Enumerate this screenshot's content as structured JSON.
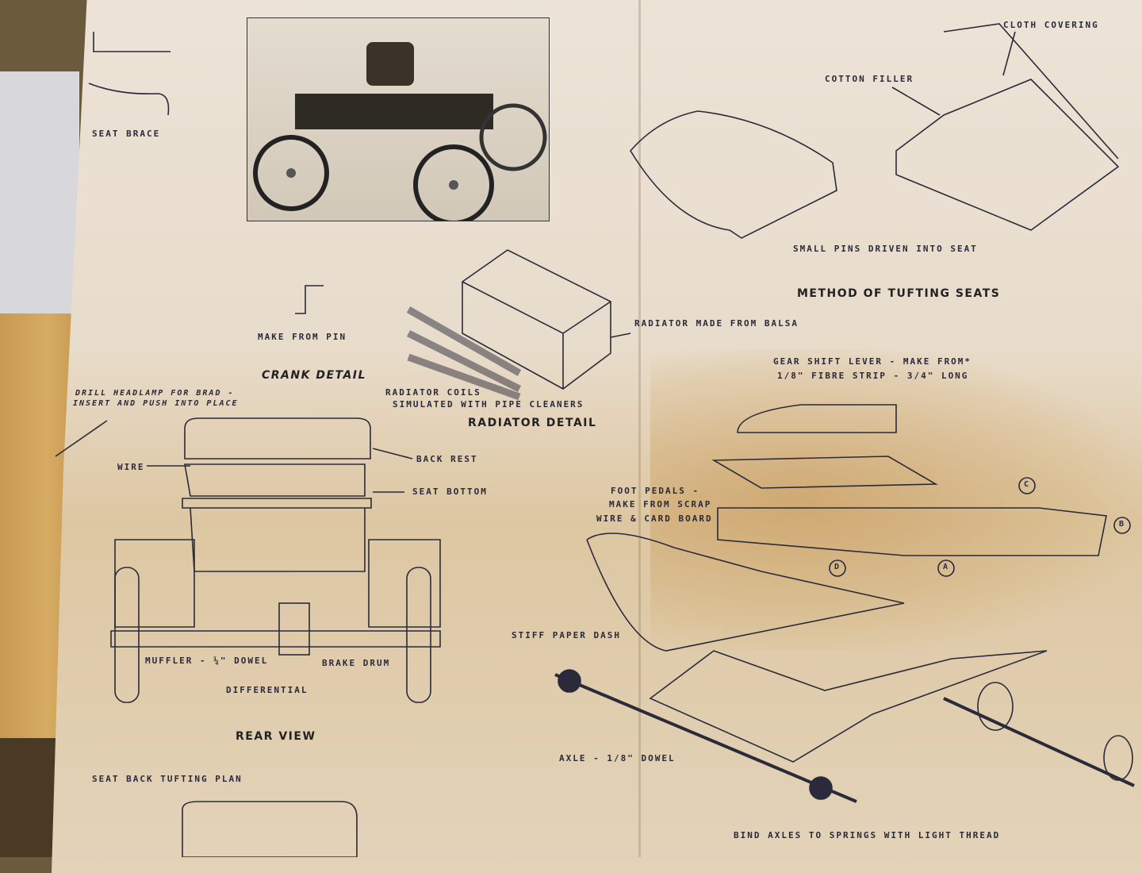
{
  "seat_brace": {
    "label": "SEAT BRACE"
  },
  "crank": {
    "note": "MAKE FROM PIN",
    "title": "CRANK DETAIL"
  },
  "headlamp": {
    "line1": "DRILL HEADLAMP FOR BRAD -",
    "line2": "INSERT AND PUSH INTO PLACE"
  },
  "radiator": {
    "balsa": "RADIATOR MADE FROM BALSA",
    "coils_line1": "RADIATOR COILS",
    "coils_line2": "SIMULATED WITH PIPE CLEANERS",
    "title": "RADIATOR DETAIL"
  },
  "tufting": {
    "cloth": "CLOTH COVERING",
    "cotton": "COTTON FILLER",
    "pins": "SMALL PINS DRIVEN INTO SEAT",
    "title": "METHOD OF TUFTING SEATS"
  },
  "rear_view": {
    "wire": "WIRE",
    "back_rest": "BACK REST",
    "seat_bottom": "SEAT BOTTOM",
    "muffler": "MUFFLER - ¼\" DOWEL",
    "differential": "DIFFERENTIAL",
    "brake_drum": "BRAKE DRUM",
    "title": "REAR VIEW"
  },
  "seat_back_plan": {
    "label": "SEAT BACK TUFTING PLAN"
  },
  "chassis": {
    "gear_line1": "GEAR SHIFT LEVER - MAKE FROM*",
    "gear_line2": "1/8\" FIBRE STRIP - 3/4\" LONG",
    "pedals_line1": "FOOT PEDALS -",
    "pedals_line2": "MAKE FROM SCRAP",
    "pedals_line3": "WIRE & CARD BOARD",
    "dash": "STIFF PAPER DASH",
    "axle": "AXLE - 1/8\" DOWEL",
    "bind": "BIND AXLES TO SPRINGS WITH LIGHT THREAD",
    "markers": [
      "A",
      "B",
      "C",
      "D"
    ]
  }
}
